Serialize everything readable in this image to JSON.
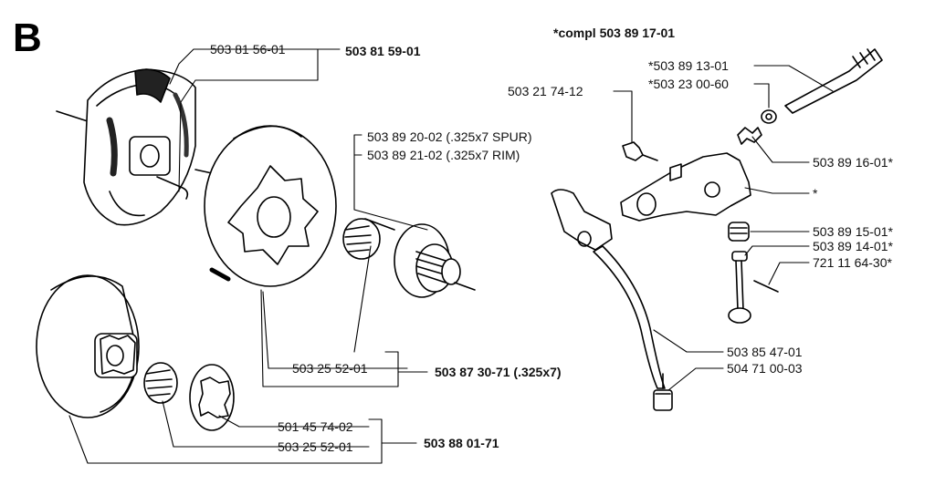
{
  "section": "B",
  "labels": {
    "l1": "503 81 56-01",
    "l1_assy": "503 81 59-01",
    "l2": "503 89 20-02 (.325x7 SPUR)",
    "l3": "503 89 21-02 (.325x7 RIM)",
    "l4": "503 25 52-01",
    "l4_assy": "503 87 30-71 (.325x7)",
    "l5": "501 45 74-02",
    "l6": "503 25 52-01",
    "l56_assy": "503 88 01-71",
    "compl": "*compl 503 89 17-01",
    "r1": "*503 89 13-01",
    "r2": "*503 23 00-60",
    "r3": "503 21 74-12",
    "r4": "503 89 16-01*",
    "r5": "*",
    "r6": "503 89 15-01*",
    "r7": "503 89 14-01*",
    "r8": "721 11 64-30*",
    "r9": "503 85 47-01",
    "r10": "504 71 00-03"
  }
}
